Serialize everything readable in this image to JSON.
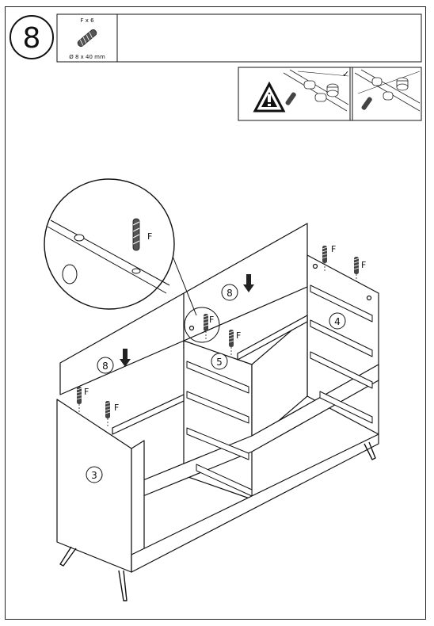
{
  "step": {
    "number": "8"
  },
  "parts": {
    "quantity": "F x 6",
    "dimension": "Ø 8 x 40 mm"
  },
  "callouts": {
    "dowel_label": "F",
    "panel_number_left": "8",
    "panel_number_right": "8",
    "side_panel_left": "3",
    "side_panel_right": "4",
    "divider": "5"
  },
  "warning": {
    "check_mark": "✓"
  },
  "icons": [
    "warning-icon",
    "dowel-icon",
    "down-arrow-icon",
    "check-icon",
    "magnifier-icon"
  ]
}
